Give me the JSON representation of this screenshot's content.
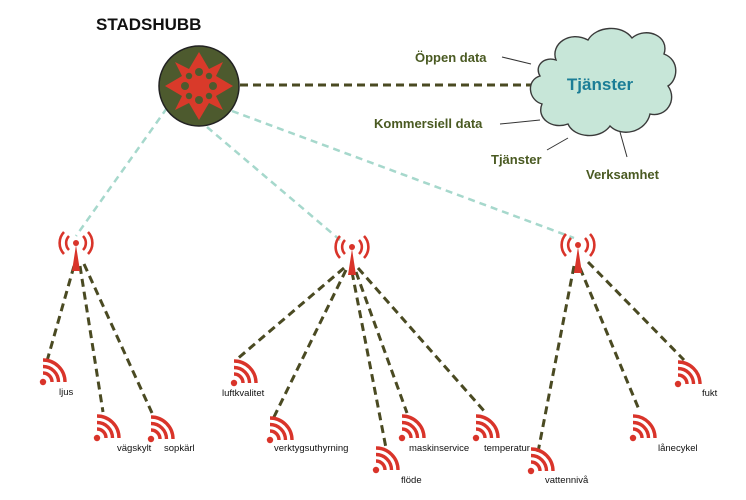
{
  "hub": {
    "title": "STADSHUBB"
  },
  "cloud": {
    "label": "Tjänster"
  },
  "annotations": {
    "open_data": "Öppen data",
    "commercial_data": "Kommersiell data",
    "services": "Tjänster",
    "business": "Verksamhet"
  },
  "sensors": {
    "ljus": "ljus",
    "vagskylt": "vägskylt",
    "sopkarl": "sopkärl",
    "luftkvalitet": "luftkvalitet",
    "verktygsuthyrning": "verktygsuthyrning",
    "flode": "flöde",
    "maskinservice": "maskinservice",
    "temperatur": "temperatur",
    "vattenniva": "vattennivå",
    "lanecykel": "lånecykel",
    "fukt": "fukt"
  },
  "colors": {
    "hub_fill": "#4d5a2e",
    "hub_star": "#d93a2a",
    "cloud_fill": "#c7e6d8",
    "cloud_stroke": "#3a3a3a",
    "radio": "#d9342a",
    "wifi": "#d9342a",
    "dark_dash": "#4a4a22",
    "light_dash": "#a6d8cc"
  }
}
